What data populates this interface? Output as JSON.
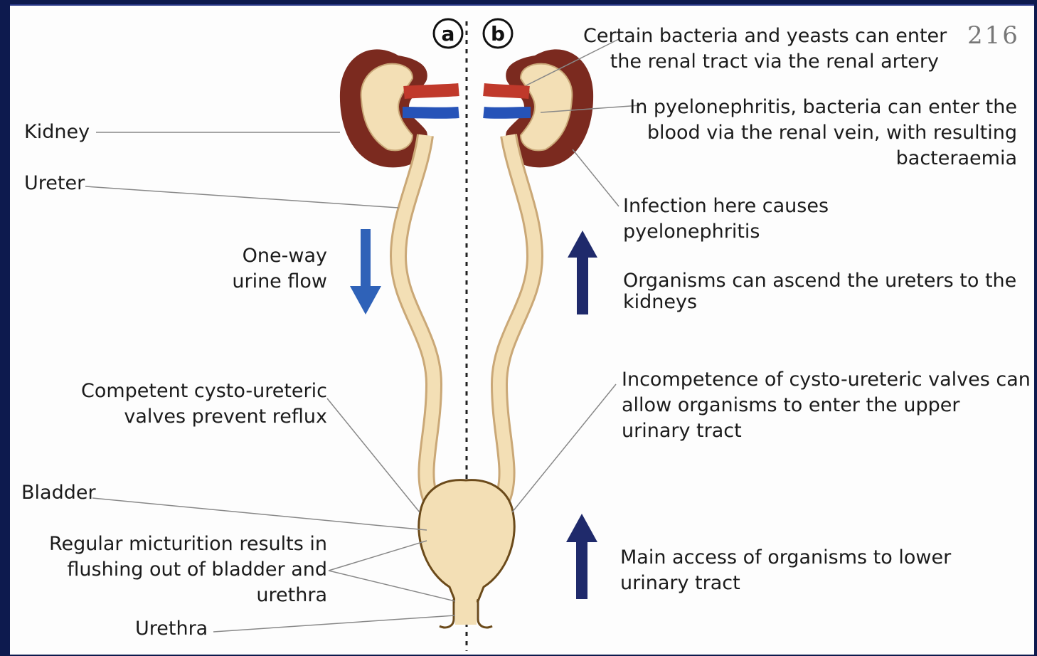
{
  "page_number": "216",
  "panels": {
    "a": "a",
    "b": "b"
  },
  "left_labels": {
    "kidney": "Kidney",
    "ureter": "Ureter",
    "urine_flow": [
      "One-way",
      "urine flow"
    ],
    "valves": [
      "Competent cysto-ureteric",
      "valves prevent reflux"
    ],
    "bladder": "Bladder",
    "micturition": [
      "Regular micturition results in",
      "flushing out of bladder and",
      "urethra"
    ],
    "urethra": "Urethra"
  },
  "right_labels": {
    "renal_artery": [
      "Certain bacteria and yeasts can enter",
      "the renal tract via the renal artery"
    ],
    "renal_vein": [
      "In pyelonephritis, bacteria can enter the",
      "blood via the renal vein, with resulting",
      "bacteraemia"
    ],
    "pyelonephritis": [
      "Infection here causes",
      "pyelonephritis"
    ],
    "ascend": [
      "Organisms can ascend the ureters to the",
      "kidneys"
    ],
    "incompetence": [
      "Incompetence of cysto-ureteric valves can",
      "allow organisms to enter the upper",
      "urinary tract"
    ],
    "main_access": [
      "Main access of organisms to lower",
      "urinary tract"
    ]
  },
  "colors": {
    "background": "#0d1a4e",
    "kidney": "#7b2a1f",
    "ureter": "#f3dfb5",
    "artery": "#c0392b",
    "vein": "#2653b8",
    "arrow_down": "#2f62b8",
    "arrow_up": "#1f2a6b"
  }
}
